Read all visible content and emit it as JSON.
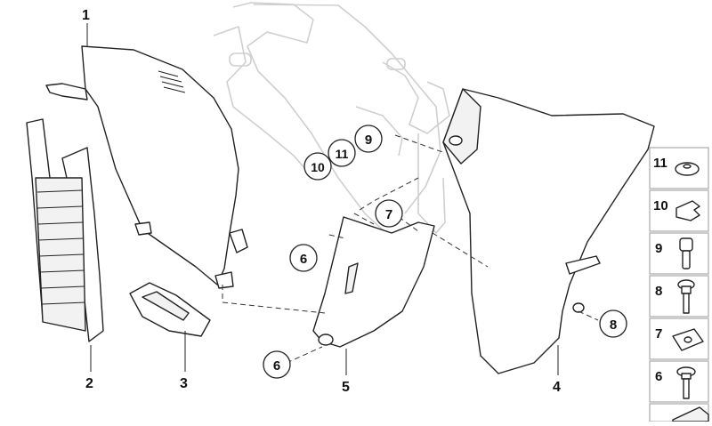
{
  "labels": {
    "p1": "1",
    "p2": "2",
    "p3": "3",
    "p4": "4",
    "p5": "5",
    "c6a": "6",
    "c6b": "6",
    "c7": "7",
    "c8": "8",
    "c9": "9",
    "c10": "10",
    "c11": "11"
  },
  "side_rail": {
    "items": [
      {
        "num": "11"
      },
      {
        "num": "10"
      },
      {
        "num": "9"
      },
      {
        "num": "8"
      },
      {
        "num": "7"
      },
      {
        "num": "6"
      }
    ]
  }
}
